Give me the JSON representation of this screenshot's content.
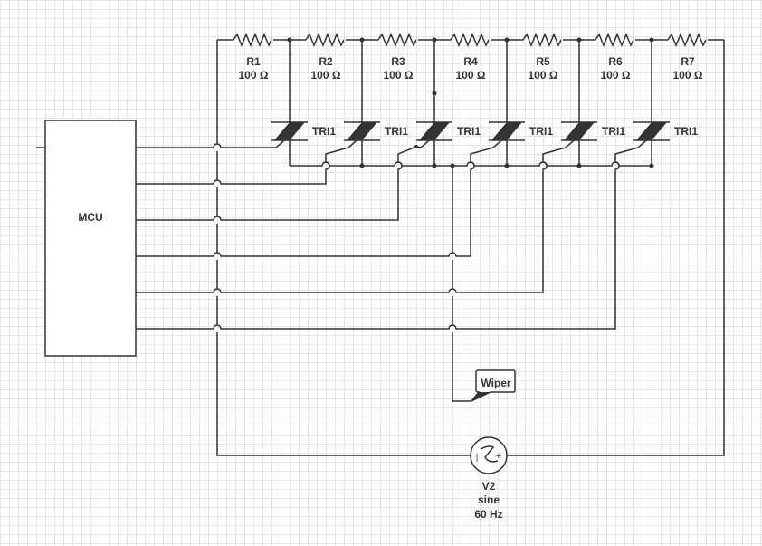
{
  "mcu": {
    "label": "MCU"
  },
  "resistors": [
    {
      "name": "R1",
      "value": "100 Ω"
    },
    {
      "name": "R2",
      "value": "100 Ω"
    },
    {
      "name": "R3",
      "value": "100 Ω"
    },
    {
      "name": "R4",
      "value": "100 Ω"
    },
    {
      "name": "R5",
      "value": "100 Ω"
    },
    {
      "name": "R6",
      "value": "100 Ω"
    },
    {
      "name": "R7",
      "value": "100 Ω"
    }
  ],
  "triacs": [
    {
      "name": "TRI1"
    },
    {
      "name": "TRI1"
    },
    {
      "name": "TRI1"
    },
    {
      "name": "TRI1"
    },
    {
      "name": "TRI1"
    },
    {
      "name": "TRI1"
    }
  ],
  "wiper": {
    "label": "Wiper"
  },
  "source": {
    "name": "V2",
    "type": "sine",
    "freq": "60 Hz"
  },
  "colors": {
    "wire": "#333333",
    "grid": "#e6e6e6",
    "background": "#ffffff",
    "component_fill": "#333333"
  }
}
